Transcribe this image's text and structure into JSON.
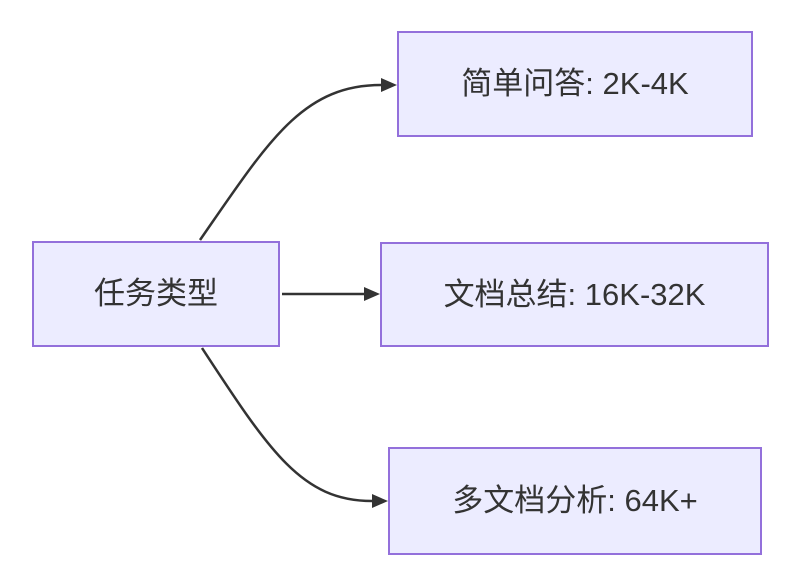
{
  "diagram": {
    "type": "flowchart-left-to-right",
    "nodes": {
      "root": {
        "label": "任务类型"
      },
      "simple_qa": {
        "label": "简单问答: 2K-4K"
      },
      "doc_summary": {
        "label": "文档总结: 16K-32K"
      },
      "multi_doc": {
        "label": "多文档分析: 64K+"
      }
    },
    "edges": [
      {
        "from": "任务类型",
        "to": "简单问答: 2K-4K",
        "style": "curved-up-arrow"
      },
      {
        "from": "任务类型",
        "to": "文档总结: 16K-32K",
        "style": "straight-arrow"
      },
      {
        "from": "任务类型",
        "to": "多文档分析: 64K+",
        "style": "curved-down-arrow"
      }
    ]
  },
  "colors": {
    "node_fill": "#ECECFF",
    "node_border": "#9370DB",
    "edge_stroke": "#333333",
    "text": "#333333",
    "background": "#FFFFFF"
  }
}
